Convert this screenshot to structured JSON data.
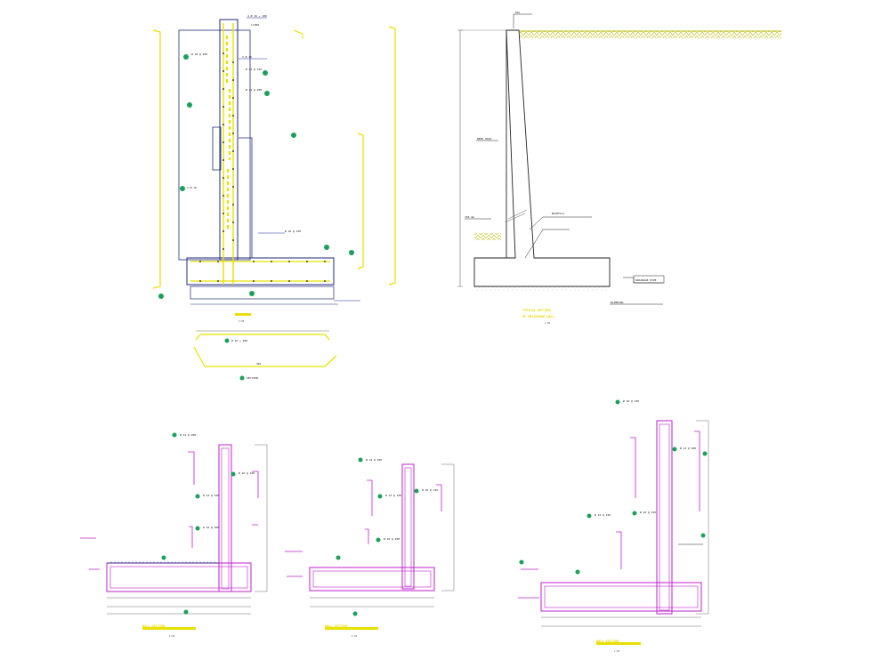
{
  "drawing": {
    "title_main": "",
    "colors": {
      "concrete": "#1f2a7a",
      "rebar_main": "#e7e000",
      "rebar_alt": "#c01fd0",
      "dim_line": "#6a6a6a",
      "callout_dot": "#1aa05a",
      "leader": "#1b2fa8",
      "ground_hatch": "#b8b800"
    },
    "views": {
      "section_a": {
        "callouts": [
          "4 Ø 16 + 100",
          "L=300",
          "Ø 10 @ 200",
          "3 Ø 16",
          "Ø 12 @ 150",
          "Ø 12 @ 200",
          "2 Ø 16",
          "Ø 16 @ 150"
        ],
        "bar_mark": "Ø 16 + 400",
        "length": "300",
        "title": "SECTION",
        "scale": "1:25"
      },
      "section_b": {
        "labels": [
          "EGL",
          "WEEP HOLE",
          "150 mm",
          "BACKFILL",
          "DRAINAGE PIPE",
          "BLINDING"
        ],
        "title": "TYPICAL SECTION",
        "subtitle": "OF RETAINING WALL",
        "scale": "1:50"
      },
      "detail_1": {
        "callouts": [
          "Ø 12 @ 200",
          "Ø 10 @ 150",
          "Ø 12 @ 150",
          "Ø 10 @ 200"
        ],
        "title": "WALL SECTION",
        "scale": "1:25"
      },
      "detail_2": {
        "callouts": [
          "Ø 12 @ 200",
          "Ø 10 @ 150",
          "Ø 12 @ 150",
          "Ø 10 @ 200"
        ],
        "title": "WALL SECTION",
        "scale": "1:25"
      },
      "detail_3": {
        "callouts": [
          "Ø 16 @ 150",
          "Ø 12 @ 200",
          "Ø 10 @ 150",
          "Ø 12 @ 150"
        ],
        "title": "WALL SECTION",
        "scale": "1:25"
      }
    }
  }
}
